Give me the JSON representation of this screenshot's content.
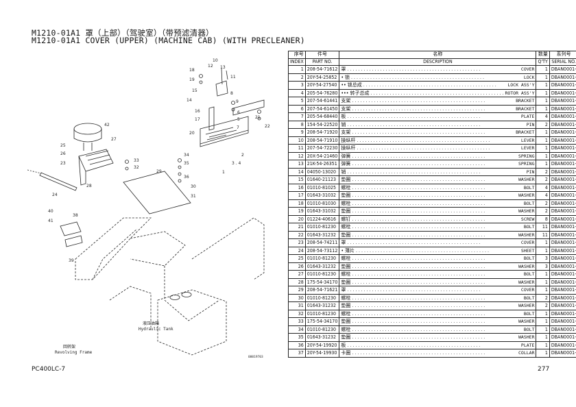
{
  "title_zh": "M1210-01A1 罩（上部）（驾驶室）（带预滤清器）",
  "title_en": "M1210-01A1 COVER (UPPER) (MACHINE CAB) (WITH PRECLEANER)",
  "diagram": {
    "labels_left": [
      "18",
      "19",
      "15",
      "14",
      "42",
      "27",
      "25",
      "26",
      "23",
      "24",
      "40",
      "41",
      "38",
      "39"
    ],
    "labels_right": [
      "10",
      "13",
      "12",
      "11",
      "8",
      "9",
      "16",
      "17",
      "6",
      "5",
      "7",
      "21",
      "22",
      "20",
      "4",
      "3",
      "2",
      "1",
      "34",
      "35",
      "36",
      "33",
      "32",
      "29",
      "30",
      "31"
    ],
    "hydraulic_tank_zh": "液压油箱",
    "hydraulic_tank_en": "Hydraulic Tank",
    "revolving_frame_zh": "回转架",
    "revolving_frame_en": "Revolving Frame",
    "drawing_code": "00019703"
  },
  "table": {
    "headers": [
      {
        "zh": "序号",
        "en": "INDEX"
      },
      {
        "zh": "件号",
        "en": "PART NO."
      },
      {
        "zh": "名称",
        "en": "DESCRIPTION"
      },
      {
        "zh": "数量",
        "en": "Q'TY"
      },
      {
        "zh": "系列号",
        "en": "SERIAL NO."
      }
    ],
    "rows": [
      {
        "index": "1",
        "part": "208-54-71612",
        "name": "罩",
        "desc": "COVER",
        "qty": "1",
        "serial": "DBAN0001-"
      },
      {
        "index": "2",
        "part": "20Y-54-25852",
        "name": "• 锁",
        "desc": "LOCK",
        "qty": "1",
        "serial": "DBAN0001-"
      },
      {
        "index": "3",
        "part": "20Y-54-27540",
        "name": "•• 锁总成",
        "desc": "LOCK ASS'Y",
        "qty": "1",
        "serial": "DBAN0001-"
      },
      {
        "index": "4",
        "part": "205-54-76280",
        "name": "••• 转子总成",
        "desc": "ROTOR ASS'Y",
        "qty": "1",
        "serial": "DBAN0001-"
      },
      {
        "index": "5",
        "part": "207-54-61441",
        "name": "支架",
        "desc": "BRACKET",
        "qty": "1",
        "serial": "DBAN0001-"
      },
      {
        "index": "6",
        "part": "207-54-61450",
        "name": "支架",
        "desc": "BRACKET",
        "qty": "1",
        "serial": "DBAN0001-"
      },
      {
        "index": "7",
        "part": "205-54-68440",
        "name": "板",
        "desc": "PLATE",
        "qty": "4",
        "serial": "DBAN0001-"
      },
      {
        "index": "8",
        "part": "154-54-22520",
        "name": "销",
        "desc": "PIN",
        "qty": "2",
        "serial": "DBAN0001-"
      },
      {
        "index": "9",
        "part": "208-54-71920",
        "name": "支架",
        "desc": "BRACKET",
        "qty": "1",
        "serial": "DBAN0001-"
      },
      {
        "index": "10",
        "part": "208-54-71910",
        "name": "操纵杆",
        "desc": "LEVER",
        "qty": "1",
        "serial": "DBAN0001-"
      },
      {
        "index": "11",
        "part": "207-54-72230",
        "name": "操纵杆",
        "desc": "LEVER",
        "qty": "1",
        "serial": "DBAN0001-"
      },
      {
        "index": "12",
        "part": "20X-54-21460",
        "name": "弹簧",
        "desc": "SPRING",
        "qty": "1",
        "serial": "DBAN0001-"
      },
      {
        "index": "13",
        "part": "21K-54-26351",
        "name": "弹簧",
        "desc": "SPRING",
        "qty": "1",
        "serial": "DBAN0001-"
      },
      {
        "index": "14",
        "part": "04050-13020",
        "name": "销",
        "desc": "PIN",
        "qty": "2",
        "serial": "DBAN0001-"
      },
      {
        "index": "15",
        "part": "01640-21123",
        "name": "垫圈",
        "desc": "WASHER",
        "qty": "2",
        "serial": "DBAN0001-"
      },
      {
        "index": "16",
        "part": "01010-81025",
        "name": "螺栓",
        "desc": "BOLT",
        "qty": "4",
        "serial": "DBAN0001-"
      },
      {
        "index": "17",
        "part": "01643-31032",
        "name": "垫圈",
        "desc": "WASHER",
        "qty": "4",
        "serial": "DBAN0001-"
      },
      {
        "index": "18",
        "part": "01010-81030",
        "name": "螺栓",
        "desc": "BOLT",
        "qty": "2",
        "serial": "DBAN0001-"
      },
      {
        "index": "19",
        "part": "01643-31032",
        "name": "垫圈",
        "desc": "WASHER",
        "qty": "2",
        "serial": "DBAN0001-"
      },
      {
        "index": "20",
        "part": "01224-40616",
        "name": "螺钉",
        "desc": "SCREW",
        "qty": "8",
        "serial": "DBAN0001-"
      },
      {
        "index": "21",
        "part": "01010-81230",
        "name": "螺栓",
        "desc": "BOLT",
        "qty": "11",
        "serial": "DBAN0001-"
      },
      {
        "index": "22",
        "part": "01643-31232",
        "name": "垫圈",
        "desc": "WASHER",
        "qty": "11",
        "serial": "DBAN0001-"
      },
      {
        "index": "23",
        "part": "208-54-74211",
        "name": "罩",
        "desc": "COVER",
        "qty": "1",
        "serial": "DBAN0001-"
      },
      {
        "index": "24",
        "part": "208-54-73112",
        "name": "• 薄片",
        "desc": "SHEET",
        "qty": "1",
        "serial": "DBAN0001-"
      },
      {
        "index": "25",
        "part": "01010-81230",
        "name": "螺栓",
        "desc": "BOLT",
        "qty": "3",
        "serial": "DBAN0001-"
      },
      {
        "index": "26",
        "part": "01643-31232",
        "name": "垫圈",
        "desc": "WASHER",
        "qty": "3",
        "serial": "DBAN0001-"
      },
      {
        "index": "27",
        "part": "01010-81230",
        "name": "螺栓",
        "desc": "BOLT",
        "qty": "1",
        "serial": "DBAN0001-"
      },
      {
        "index": "28",
        "part": "175-54-34170",
        "name": "垫圈",
        "desc": "WASHER",
        "qty": "1",
        "serial": "DBAN0001-"
      },
      {
        "index": "29",
        "part": "208-54-71621",
        "name": "罩",
        "desc": "COVER",
        "qty": "1",
        "serial": "DBAN0001-"
      },
      {
        "index": "30",
        "part": "01010-81230",
        "name": "螺栓",
        "desc": "BOLT",
        "qty": "2",
        "serial": "DBAN0001-"
      },
      {
        "index": "31",
        "part": "01643-31232",
        "name": "垫圈",
        "desc": "WASHER",
        "qty": "2",
        "serial": "DBAN0001-"
      },
      {
        "index": "32",
        "part": "01010-81230",
        "name": "螺栓",
        "desc": "BOLT",
        "qty": "1",
        "serial": "DBAN0001-"
      },
      {
        "index": "33",
        "part": "175-54-34170",
        "name": "垫圈",
        "desc": "WASHER",
        "qty": "1",
        "serial": "DBAN0001-"
      },
      {
        "index": "34",
        "part": "01010-81230",
        "name": "螺栓",
        "desc": "BOLT",
        "qty": "1",
        "serial": "DBAN0001-"
      },
      {
        "index": "35",
        "part": "01643-31232",
        "name": "垫圈",
        "desc": "WASHER",
        "qty": "1",
        "serial": "DBAN0001-"
      },
      {
        "index": "36",
        "part": "20Y-54-19920",
        "name": "板",
        "desc": "PLATE",
        "qty": "1",
        "serial": "DBAN0001-"
      },
      {
        "index": "37",
        "part": "20Y-54-19930",
        "name": "卡圈",
        "desc": "COLLAR",
        "qty": "1",
        "serial": "DBAN0001-"
      }
    ]
  },
  "footer": {
    "model": "PC400LC-7",
    "page": "277"
  }
}
